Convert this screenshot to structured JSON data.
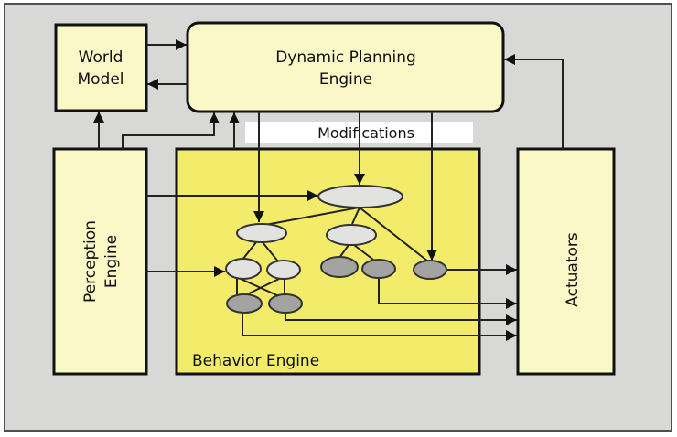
{
  "diagram": {
    "colors": {
      "background": "#d8d8d6",
      "pale_box": "#fbf8c8",
      "behavior_box": "#f2ec6a",
      "node_light": "#e2e2e0",
      "node_dark": "#a3a3a1",
      "line": "#111111",
      "modifications_band": "#ffffff"
    },
    "blocks": {
      "world_model": {
        "line1": "World",
        "line2": "Model"
      },
      "planning": {
        "line1": "Dynamic Planning",
        "line2": "Engine"
      },
      "modifications": {
        "label": "Modifications"
      },
      "perception": {
        "line1": "Perception",
        "line2": "Engine"
      },
      "behavior": {
        "label": "Behavior Engine"
      },
      "actuators": {
        "label": "Actuators"
      }
    },
    "nodes": [
      {
        "id": "root",
        "shade": "light"
      },
      {
        "id": "left-parent",
        "shade": "light"
      },
      {
        "id": "right-parent",
        "shade": "light"
      },
      {
        "id": "left-child-1",
        "shade": "light"
      },
      {
        "id": "left-child-2",
        "shade": "light"
      },
      {
        "id": "left-leaf-1",
        "shade": "dark"
      },
      {
        "id": "left-leaf-2",
        "shade": "dark"
      },
      {
        "id": "right-leaf-1",
        "shade": "dark"
      },
      {
        "id": "right-leaf-2",
        "shade": "dark"
      },
      {
        "id": "direct-leaf",
        "shade": "dark"
      }
    ]
  }
}
